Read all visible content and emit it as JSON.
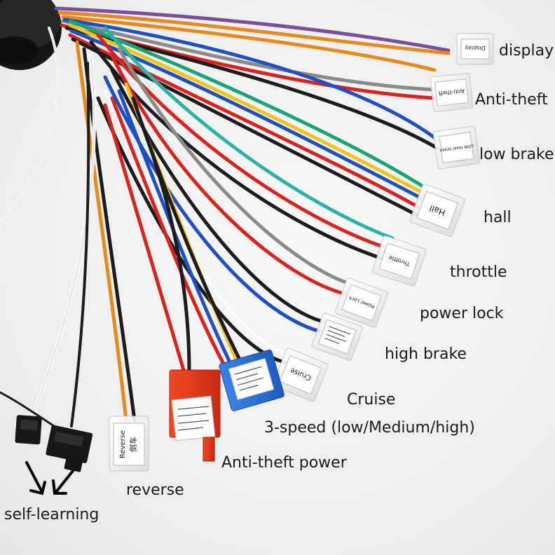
{
  "labels": {
    "display": "display",
    "anti_theft": "Anti-theft",
    "low_brake": "low brake",
    "hall": "hall",
    "throttle": "throttle",
    "power_lock": "power lock",
    "high_brake": "high brake",
    "cruise": "Cruise",
    "three_speed": "3-speed (low/Medium/high)",
    "anti_theft_power": "Anti-theft power",
    "reverse": "reverse",
    "self_learning": "self-learning"
  },
  "connector_tags": {
    "display": "Display",
    "anti_theft": "Anti-theft",
    "low_brake": "LOW level brake",
    "hall": "Hall",
    "throttle": "Throttle",
    "power_lock": "Power Lock",
    "cruise": "Cruise",
    "reverse": "Reverse",
    "reverse_cn": "倒车"
  },
  "colors": {
    "background": "#f2f2f2",
    "red": "#d8231f",
    "black": "#1c1c1c",
    "blue": "#1f4fc4",
    "green": "#1aa37a",
    "teal": "#2bb3a6",
    "orange": "#e8891e",
    "yellow": "#f0c419",
    "purple": "#7a4f9e",
    "gray": "#8a8a8a",
    "white": "#fbfbfb",
    "red_connector": "#e53a1d",
    "blue_connector": "#2a6fd6"
  }
}
